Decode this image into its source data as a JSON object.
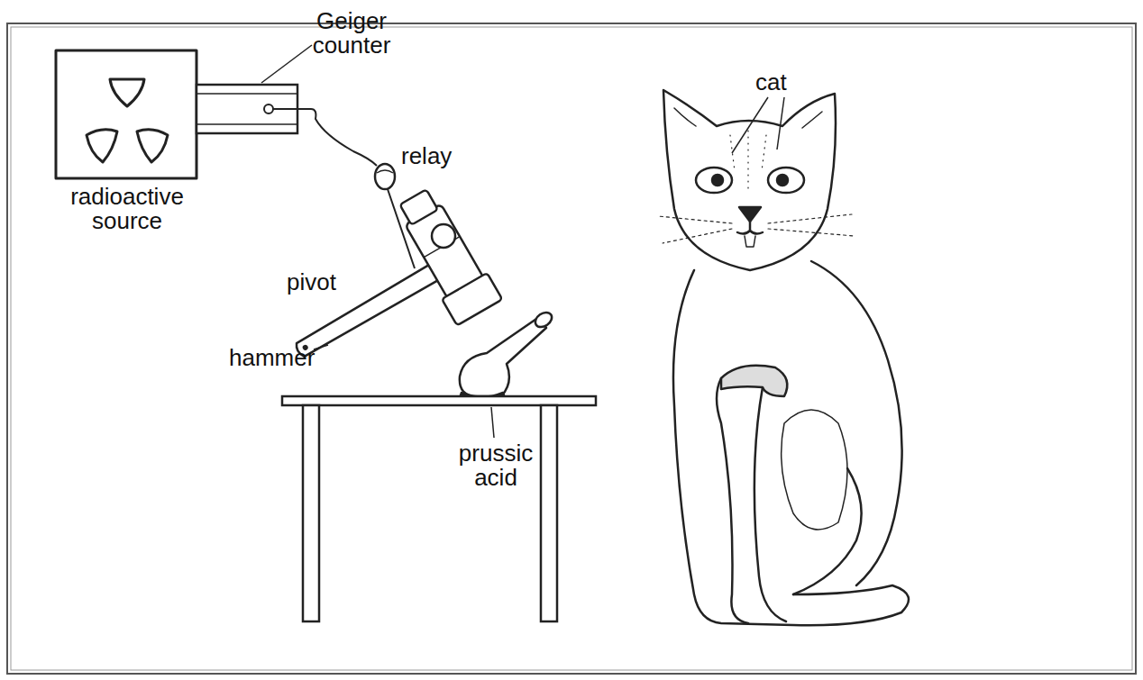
{
  "diagram": {
    "labels": [
      "Geiger counter",
      "cat",
      "radioactive source",
      "relay",
      "pivot",
      "hammer",
      "prussic acid"
    ]
  }
}
